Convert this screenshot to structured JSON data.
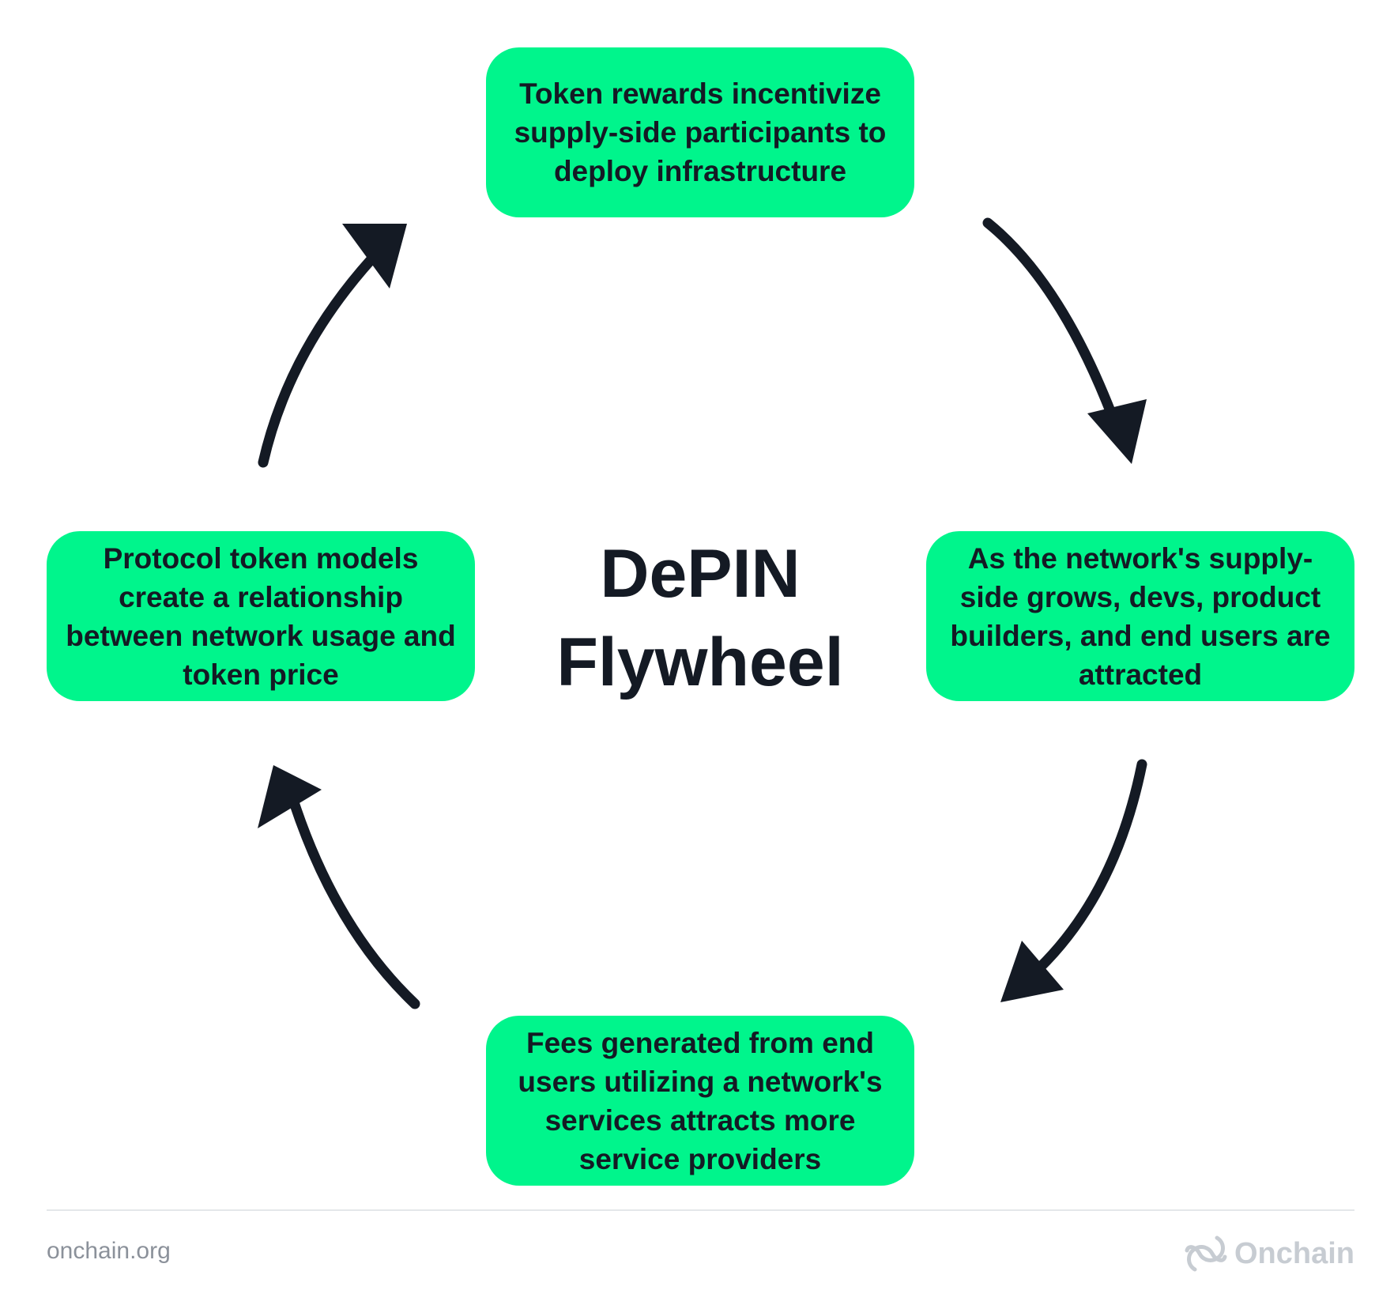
{
  "diagram": {
    "title_line1": "DePIN",
    "title_line2": "Flywheel",
    "steps": {
      "top": "Token rewards incentivize supply-side participants to deploy infrastructure",
      "right": "As the network's supply-side grows, devs, product builders, and end users are attracted",
      "bottom": "Fees generated from end users utilizing a network's services attracts more service providers",
      "left": "Protocol token models create a relationship between network usage and token price"
    },
    "colors": {
      "box_fill": "#00f58c",
      "text": "#141a24",
      "arrow": "#141a24"
    }
  },
  "footer": {
    "url": "onchain.org",
    "brand": "Onchain",
    "brand_icon": "onchain-logo-icon"
  }
}
